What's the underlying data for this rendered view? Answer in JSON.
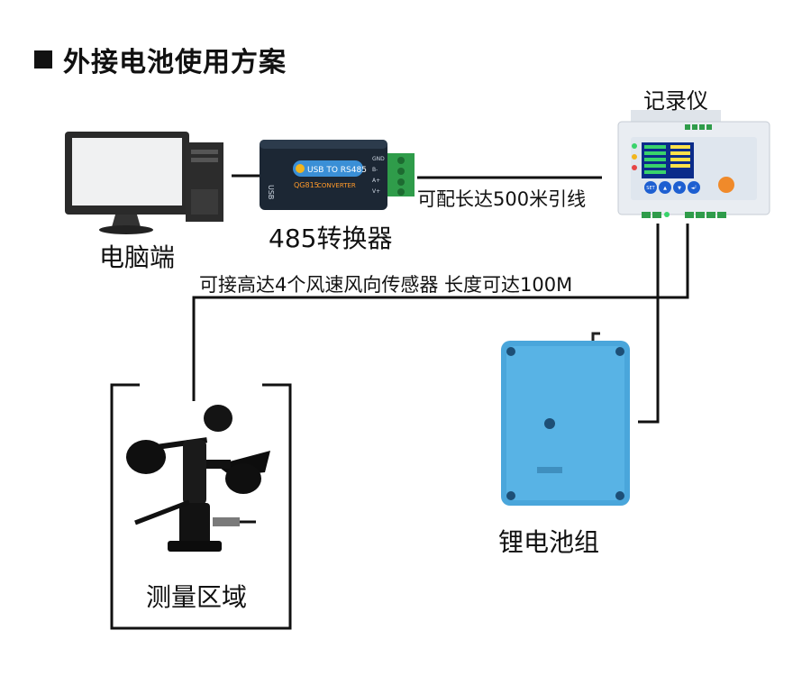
{
  "title": "外接电池使用方案",
  "labels": {
    "computer": "电脑端",
    "converter": "485转换器",
    "logger": "记录仪",
    "cable_length": "可配长达500米引线",
    "sensor_info": "可接高达4个风速风向传感器  长度可达100M",
    "battery": "锂电池组",
    "measurement_area": "测量区域"
  },
  "devices": {
    "converter": {
      "badge": "USB TO RS485",
      "model": "QG815",
      "type": "CONVERTER",
      "usb": "USB",
      "terminals": [
        "GND",
        "B-",
        "A+",
        "V+"
      ]
    },
    "logger": {
      "buttons": [
        "SET",
        "▲",
        "▼",
        "◄┘"
      ]
    }
  },
  "colors": {
    "line": "#111111",
    "logger_body": "#e9edf2",
    "logger_screen": "#0b2c8a",
    "battery": "#4aa6db",
    "terminal_green": "#2f9c4a",
    "converter_body": "#1c2734"
  }
}
